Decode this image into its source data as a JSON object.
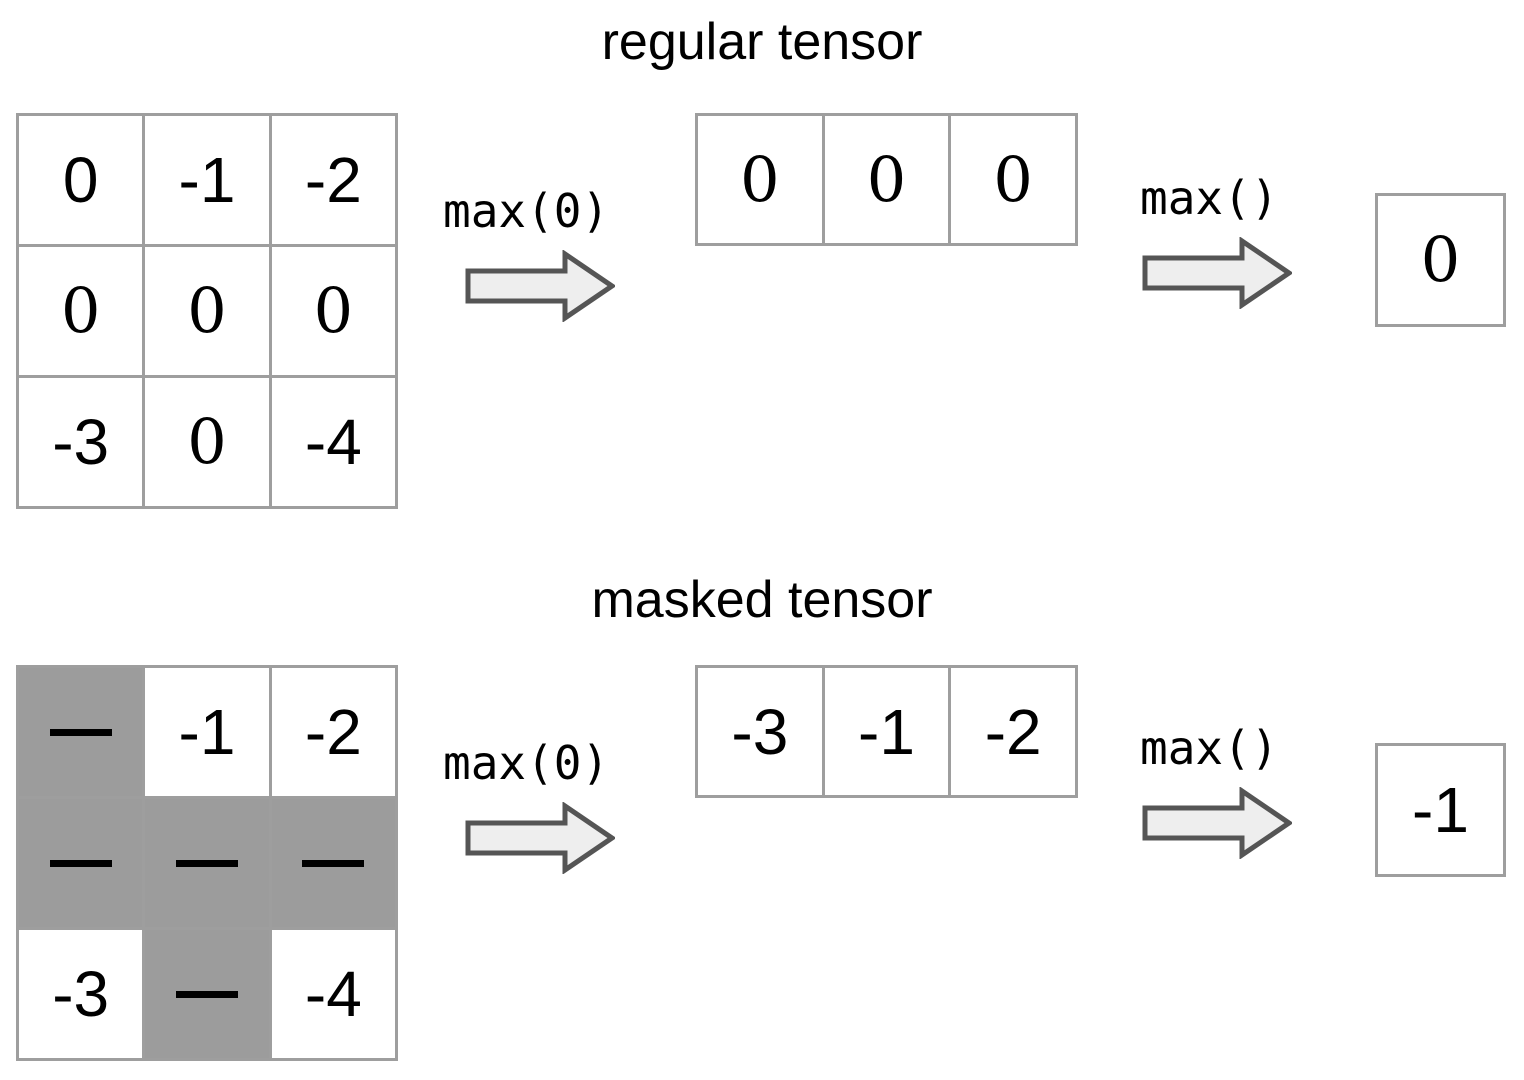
{
  "figure": {
    "background": "#ffffff",
    "border_color": "#9e9e9e",
    "masked_cell_color": "#9c9c9c",
    "arrow_fill": "#eeeeee",
    "arrow_stroke": "#555555",
    "text_color": "#000000"
  },
  "sections": [
    {
      "title": "regular tensor",
      "matrix": {
        "rows": [
          [
            {
              "value": "0",
              "masked": false
            },
            {
              "value": "-1",
              "masked": false
            },
            {
              "value": "-2",
              "masked": false
            }
          ],
          [
            {
              "value": "0",
              "masked": false
            },
            {
              "value": "0",
              "masked": false
            },
            {
              "value": "0",
              "masked": false
            }
          ],
          [
            {
              "value": "-3",
              "masked": false
            },
            {
              "value": "0",
              "masked": false
            },
            {
              "value": "-4",
              "masked": false
            }
          ]
        ]
      },
      "op1_label": "max(0)",
      "reduced": [
        {
          "value": "0",
          "masked": false
        },
        {
          "value": "0",
          "masked": false
        },
        {
          "value": "0",
          "masked": false
        }
      ],
      "op2_label": "max()",
      "result": {
        "value": "0",
        "masked": false
      }
    },
    {
      "title": "masked tensor",
      "matrix": {
        "rows": [
          [
            {
              "value": "—",
              "masked": true
            },
            {
              "value": "-1",
              "masked": false
            },
            {
              "value": "-2",
              "masked": false
            }
          ],
          [
            {
              "value": "—",
              "masked": true
            },
            {
              "value": "—",
              "masked": true
            },
            {
              "value": "—",
              "masked": true
            }
          ],
          [
            {
              "value": "-3",
              "masked": false
            },
            {
              "value": "—",
              "masked": true
            },
            {
              "value": "-4",
              "masked": false
            }
          ]
        ]
      },
      "op1_label": "max(0)",
      "reduced": [
        {
          "value": "-3",
          "masked": false
        },
        {
          "value": "-1",
          "masked": false
        },
        {
          "value": "-2",
          "masked": false
        }
      ],
      "op2_label": "max()",
      "result": {
        "value": "-1",
        "masked": false
      }
    }
  ],
  "icons": {
    "arrow": "right-block-arrow-icon"
  }
}
